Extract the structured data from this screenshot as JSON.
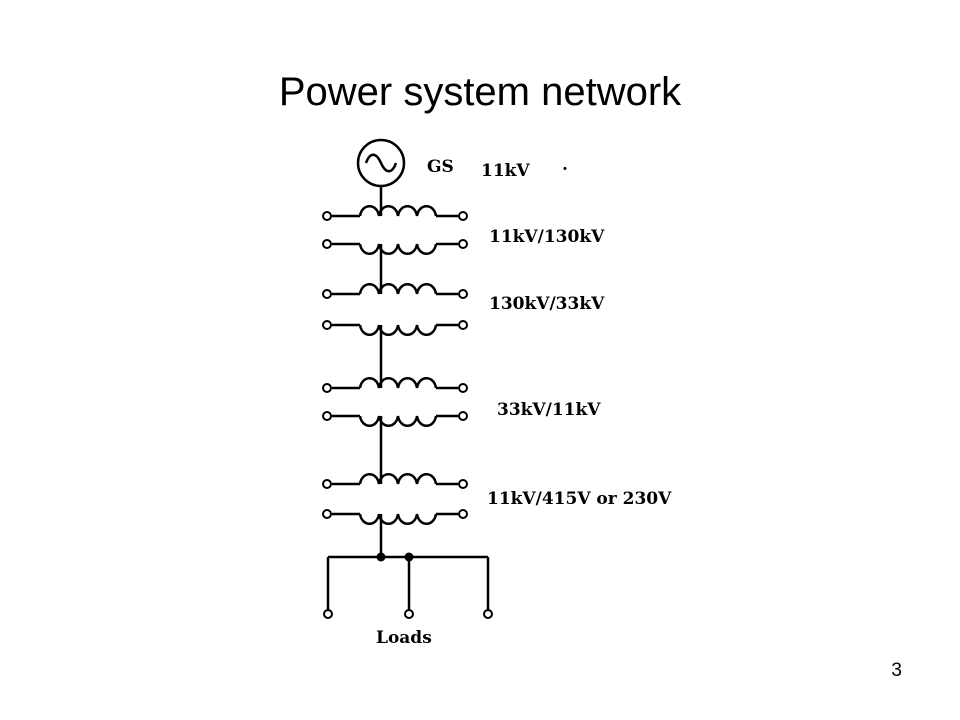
{
  "slide": {
    "title": "Power system network",
    "page_number": "3"
  },
  "diagram": {
    "generator": {
      "symbol": "GS",
      "voltage": "11kV",
      "mark": "."
    },
    "transformers": [
      {
        "rating": "11kV/130kV"
      },
      {
        "rating": "130kV/33kV"
      },
      {
        "rating": "33kV/11kV"
      },
      {
        "rating": "11kV/415V or 230V"
      }
    ],
    "loads_label": "Loads"
  },
  "colors": {
    "background": "#ffffff",
    "ink": "#000000"
  }
}
